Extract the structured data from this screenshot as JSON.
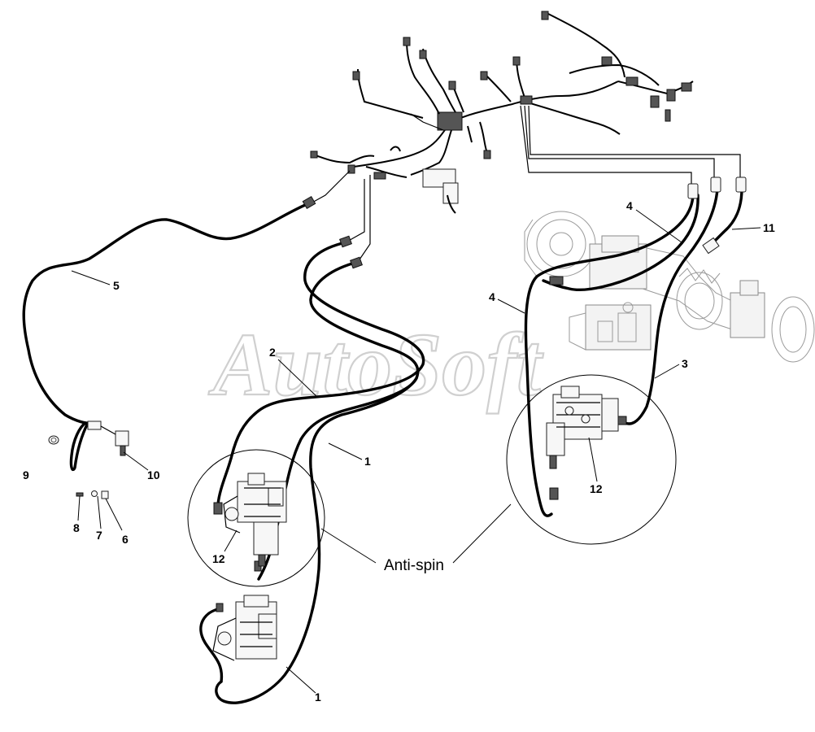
{
  "diagram": {
    "watermark": "AutoSoft",
    "caption": "Anti-spin",
    "callouts": {
      "c1a": "1",
      "c1b": "1",
      "c2": "2",
      "c3": "3",
      "c4a": "4",
      "c4b": "4",
      "c5": "5",
      "c6": "6",
      "c7": "7",
      "c8": "8",
      "c9": "9",
      "c10": "10",
      "c11": "11",
      "c12a": "12",
      "c12b": "12"
    }
  }
}
